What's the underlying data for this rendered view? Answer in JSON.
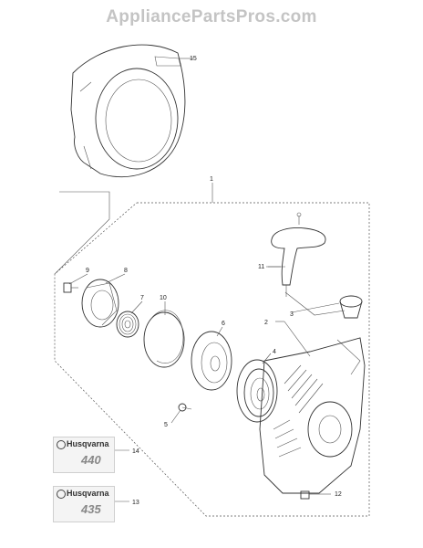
{
  "watermark": "AppliancePartsPros.com",
  "callouts": [
    "1",
    "2",
    "3",
    "4",
    "5",
    "6",
    "7",
    "8",
    "9",
    "10",
    "11",
    "12",
    "13",
    "14",
    "15"
  ],
  "decals": [
    {
      "brand": "Husqvarna",
      "model": "440"
    },
    {
      "brand": "Husqvarna",
      "model": "435"
    }
  ]
}
